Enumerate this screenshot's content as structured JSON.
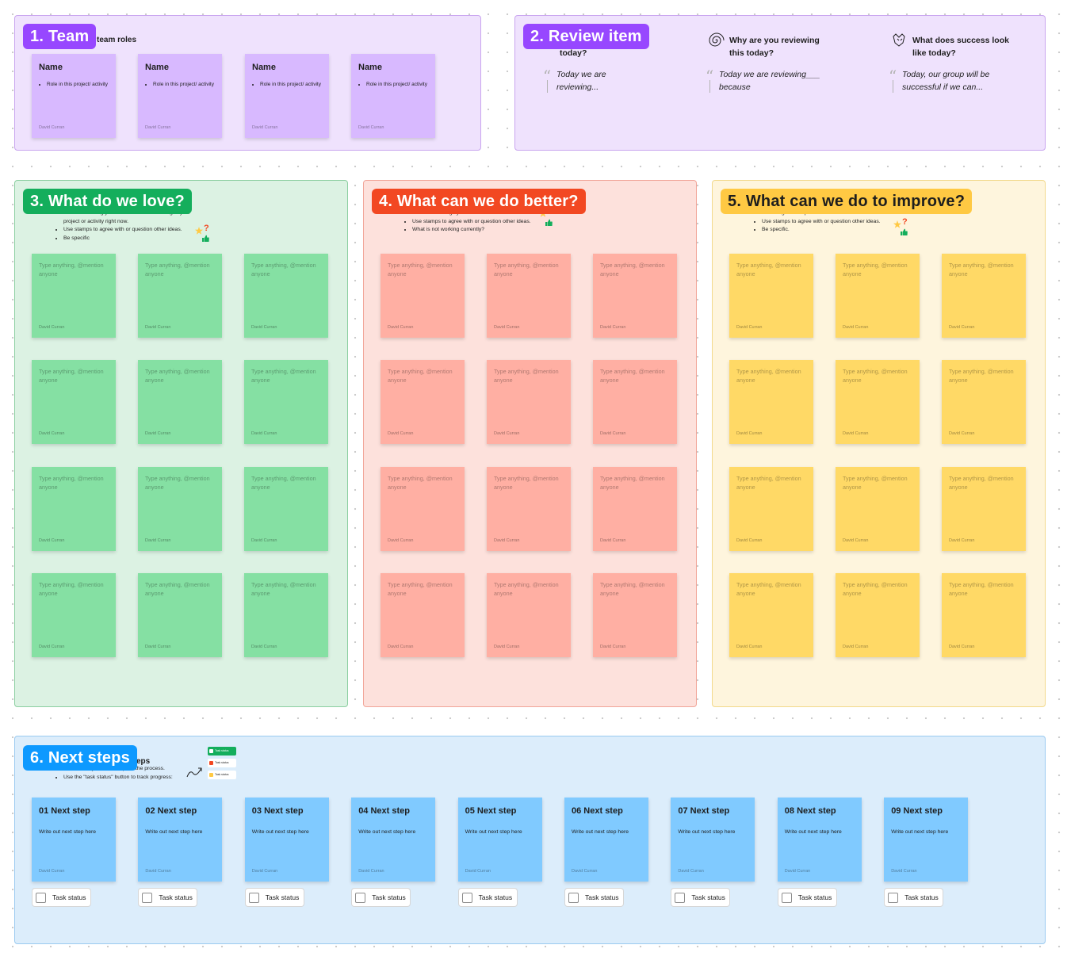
{
  "team": {
    "title": "1. Team",
    "subtitle": "team roles",
    "cards": [
      {
        "name": "Name",
        "role": "Role in this project/ activity",
        "author": "David Curran"
      },
      {
        "name": "Name",
        "role": "Role in this project/ activity",
        "author": "David Curran"
      },
      {
        "name": "Name",
        "role": "Role in this project/ activity",
        "author": "David Curran"
      },
      {
        "name": "Name",
        "role": "Role in this project/ activity",
        "author": "David Curran"
      }
    ]
  },
  "review": {
    "title": "2. Review item",
    "behind_title_1": "g",
    "behind_title_2": "today?",
    "col1": {
      "quote": "Today we are reviewing..."
    },
    "col2": {
      "heading": "Why are you reviewing this today?",
      "icon": "spiral-icon",
      "quote": "Today we are reviewing___ because"
    },
    "col3": {
      "heading": "What does success look like today?",
      "icon": "high-five-icon",
      "quote": "Today, our group will be successful if we can..."
    }
  },
  "love": {
    "title": "3. What do we love?",
    "lines": [
      "Write down thing you love and are celebrating in your",
      "project or activity right now.",
      "Use stamps to agree with or question other ideas.",
      "Be specific"
    ],
    "placeholder": "Type anything, @mention anyone",
    "author": "David Curran",
    "color": "#85e0a3"
  },
  "better": {
    "title": "4. What can we do better?",
    "lines": [
      "Write down things you can do better.",
      "Use stamps to agree with or question other ideas.",
      "What is not working currently?"
    ],
    "placeholder": "Type anything, @mention anyone",
    "author": "David Curran",
    "color": "#ffafa3"
  },
  "improve": {
    "title": "5. What can we do to improve?",
    "lines": [
      "What might we improve?",
      "Use stamps to agree with or question other ideas.",
      "Be specific."
    ],
    "placeholder": "Type anything, @mention anyone",
    "author": "David Curran",
    "color": "#ffd966"
  },
  "next": {
    "title": "6. Next steps",
    "behind_title": "eps",
    "lines": [
      "Write down your next steps in the process.",
      "Use the \"task status\" button to track progress:"
    ],
    "legend": [
      "Task status",
      "Task status",
      "Task status"
    ],
    "steps": [
      {
        "title": "01 Next step",
        "body": "Write out next step here",
        "author": "David Curran",
        "status": "Task status"
      },
      {
        "title": "02 Next step",
        "body": "Write out next step here",
        "author": "David Curran",
        "status": "Task status"
      },
      {
        "title": "03 Next step",
        "body": "Write out next step here",
        "author": "David Curran",
        "status": "Task status"
      },
      {
        "title": "04 Next step",
        "body": "Write out next step here",
        "author": "David Curran",
        "status": "Task status"
      },
      {
        "title": "05 Next step",
        "body": "Write out next step here",
        "author": "David Curran",
        "status": "Task status"
      },
      {
        "title": "06 Next step",
        "body": "Write out next step here",
        "author": "David Curran",
        "status": "Task status"
      },
      {
        "title": "07 Next step",
        "body": "Write out next step here",
        "author": "David Curran",
        "status": "Task status"
      },
      {
        "title": "08 Next step",
        "body": "Write out next step here",
        "author": "David Curran",
        "status": "Task status"
      },
      {
        "title": "09 Next step",
        "body": "Write out next step here",
        "author": "David Curran",
        "status": "Task status"
      }
    ]
  }
}
